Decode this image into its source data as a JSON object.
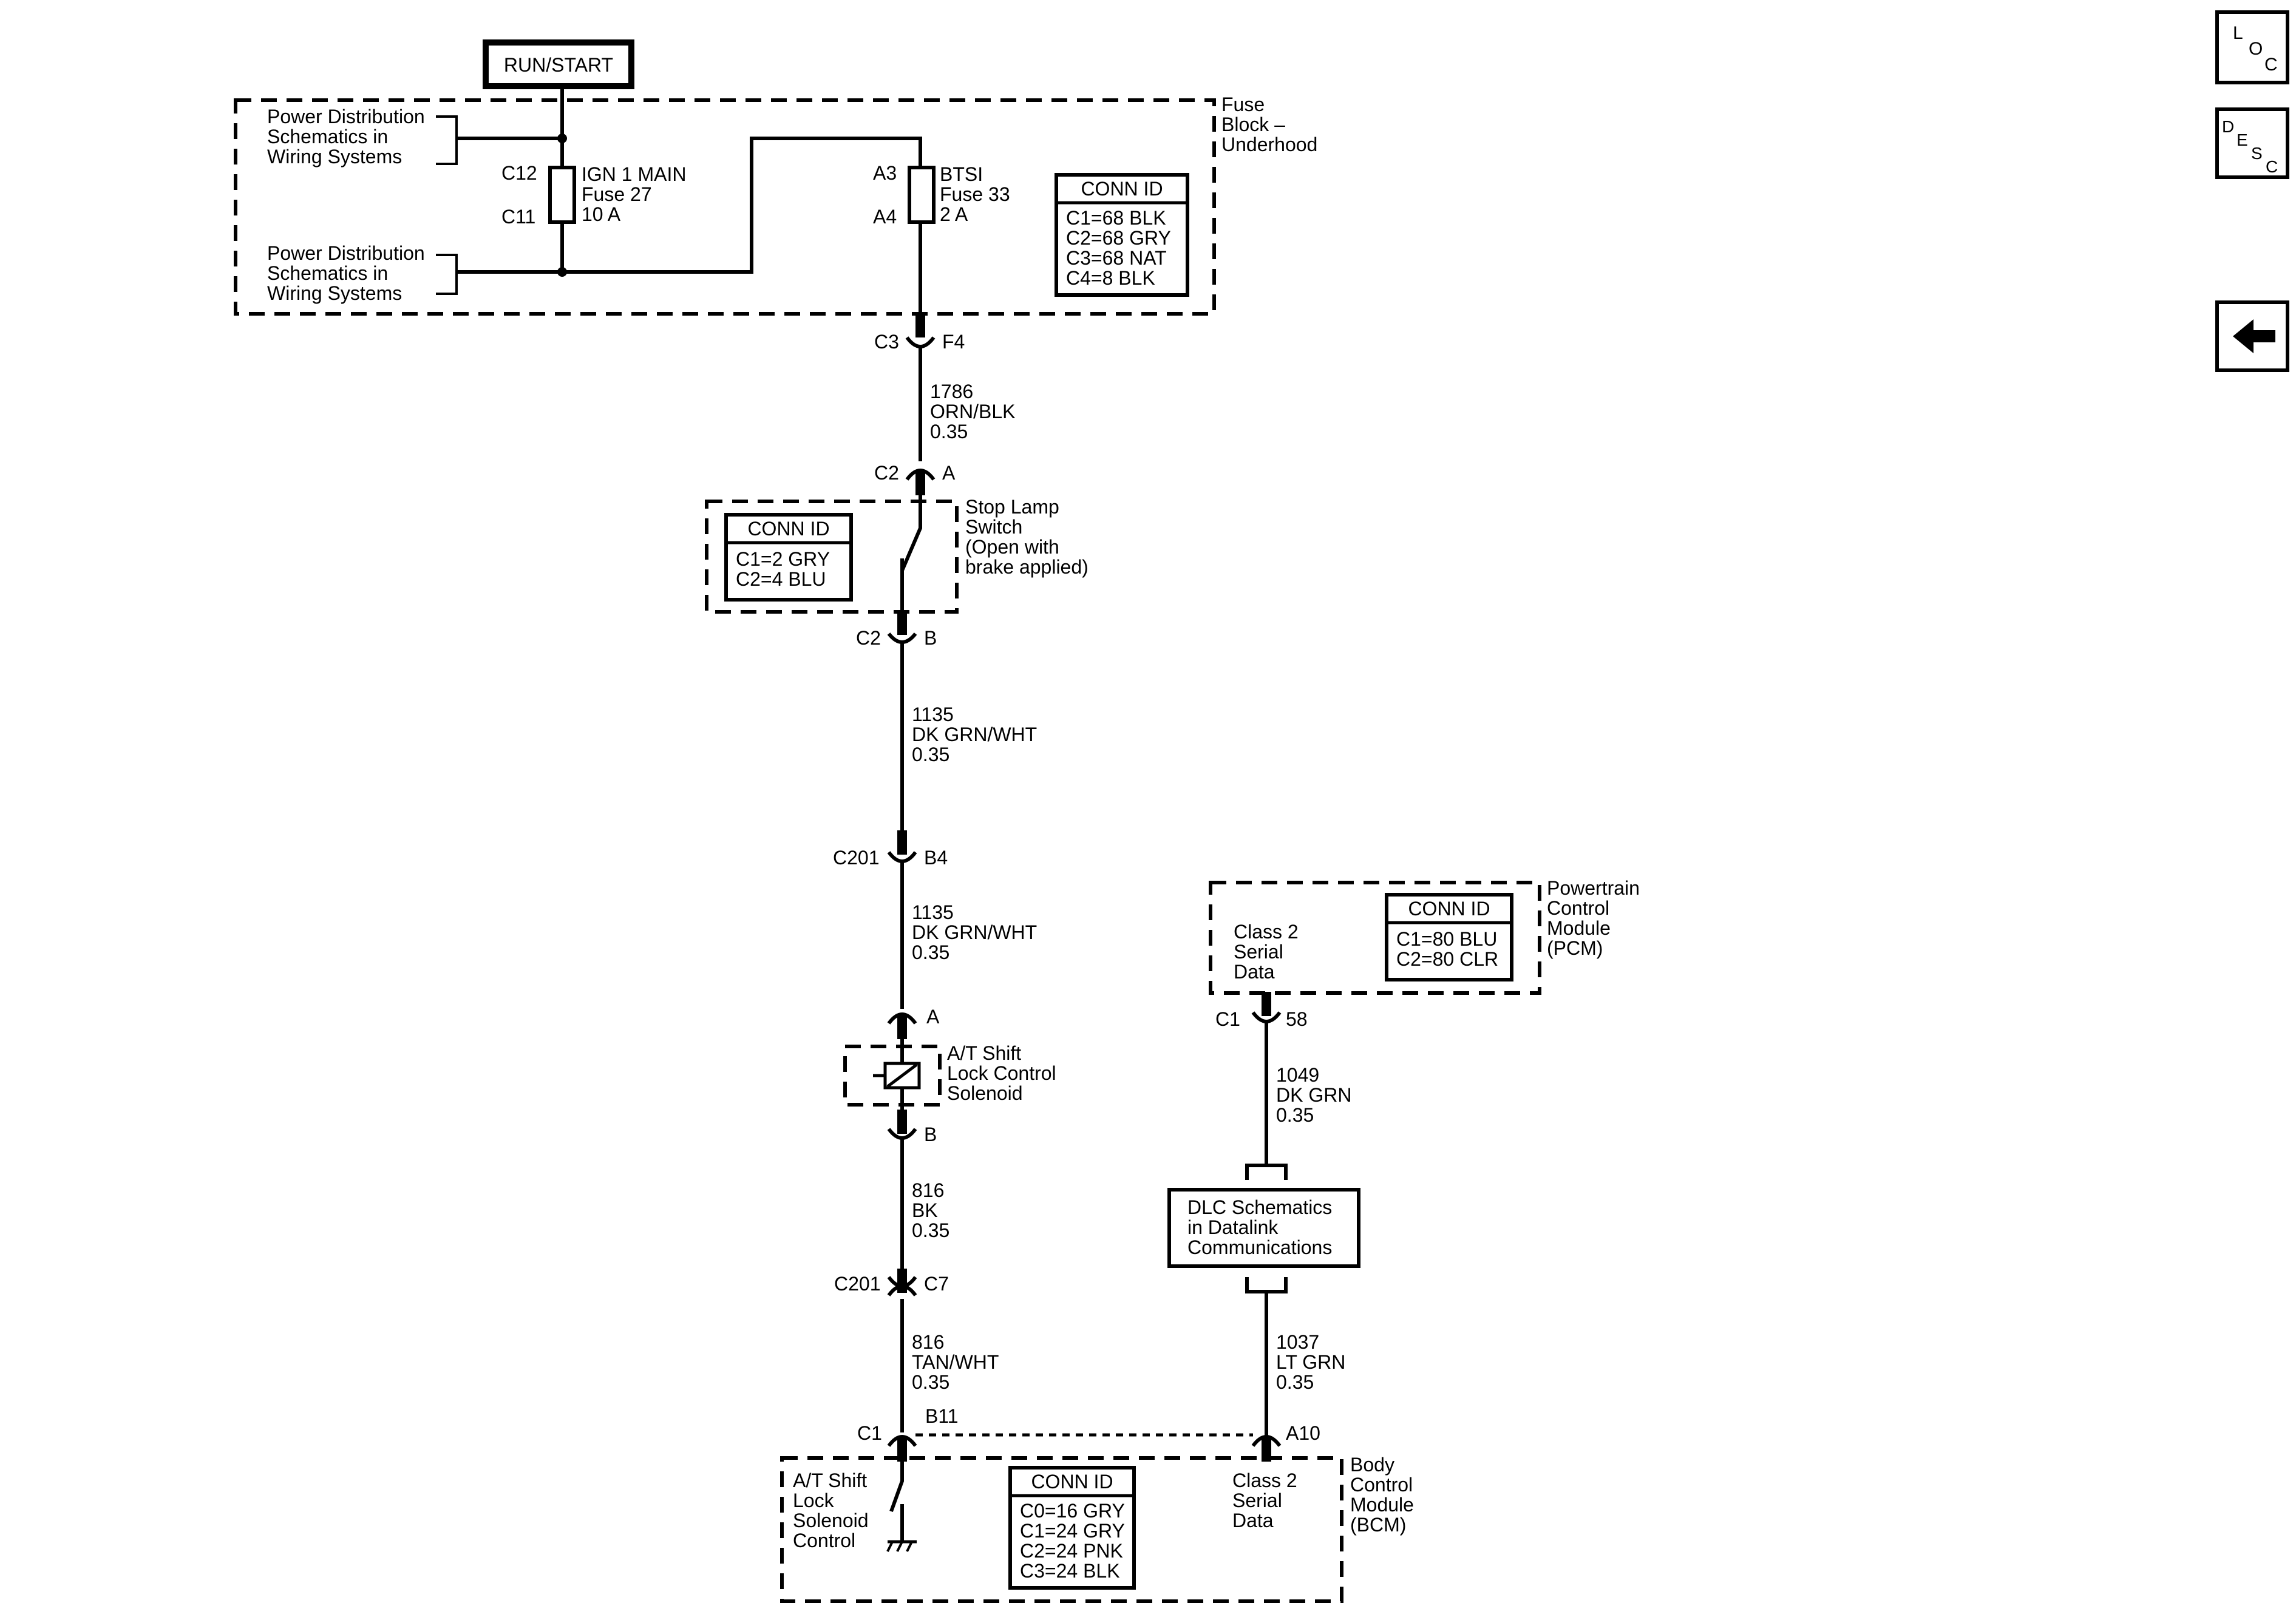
{
  "header": {
    "run_start": "RUN/START"
  },
  "fuse_block": {
    "title": [
      "Fuse",
      "Block –",
      "Underhood"
    ],
    "power_dist_top": [
      "Power Distribution",
      "Schematics in",
      "Wiring  Systems"
    ],
    "power_dist_bottom": [
      "Power Distribution",
      "Schematics in",
      "Wiring  Systems"
    ],
    "fuse27": {
      "conn_in": "C12",
      "conn_out": "C11",
      "name": "IGN 1 MAIN",
      "fuse": "Fuse 27",
      "rating": "10 A"
    },
    "fuse33": {
      "conn_in": "A3",
      "conn_out": "A4",
      "name": "BTSI",
      "fuse": "Fuse 33",
      "rating": "2 A"
    },
    "conn_id": {
      "title": "CONN ID",
      "rows": [
        "C1=68 BLK",
        "C2=68 GRY",
        "C3=68 NAT",
        "C4=8 BLK"
      ]
    }
  },
  "connectors": {
    "c3_f4": {
      "left": "C3",
      "right": "F4"
    },
    "stop_a": {
      "left": "C2",
      "right": "A"
    },
    "stop_b": {
      "left": "C2",
      "right": "B"
    },
    "c201_b4": {
      "left": "C201",
      "right": "B4"
    },
    "sol_a": {
      "right": "A"
    },
    "sol_b": {
      "right": "B"
    },
    "c201_c7": {
      "left": "C201",
      "right": "C7"
    },
    "bcm_c1": {
      "left": "C1",
      "right": "B11"
    },
    "pcm_c1": {
      "left": "C1",
      "right": "58"
    },
    "bcm_a10": {
      "right": "A10"
    }
  },
  "wires": {
    "w1786": [
      "1786",
      "ORN/BLK",
      "0.35"
    ],
    "w1135a": [
      "1135",
      "DK GRN/WHT",
      "0.35"
    ],
    "w1135b": [
      "1135",
      "DK GRN/WHT",
      "0.35"
    ],
    "w816a": [
      "816",
      "BK",
      "0.35"
    ],
    "w816b": [
      "816",
      "TAN/WHT",
      "0.35"
    ],
    "w1049": [
      "1049",
      "DK GRN",
      "0.35"
    ],
    "w1037": [
      "1037",
      "LT GRN",
      "0.35"
    ]
  },
  "stop_lamp": {
    "label": [
      "Stop Lamp",
      "Switch",
      "(Open with",
      "brake applied)"
    ],
    "conn_id": {
      "title": "CONN ID",
      "rows": [
        "C1=2 GRY",
        "C2=4 BLU"
      ]
    }
  },
  "solenoid": {
    "label": [
      "A/T Shift",
      "Lock Control",
      "Solenoid"
    ]
  },
  "pcm": {
    "label": [
      "Powertrain",
      "Control",
      "Module",
      "(PCM)"
    ],
    "serial": [
      "Class 2",
      "Serial",
      "Data"
    ],
    "conn_id": {
      "title": "CONN ID",
      "rows": [
        "C1=80 BLU",
        "C2=80 CLR"
      ]
    }
  },
  "dlc": {
    "label": [
      "DLC Schematics",
      "in Datalink",
      "Communications"
    ]
  },
  "bcm": {
    "label": [
      "Body",
      "Control",
      "Module",
      "(BCM)"
    ],
    "shift_lock": [
      "A/T Shift",
      "Lock",
      "Solenoid",
      "Control"
    ],
    "serial": [
      "Class 2",
      "Serial",
      "Data"
    ],
    "conn_id": {
      "title": "CONN ID",
      "rows": [
        "C0=16 GRY",
        "C1=24 GRY",
        "C2=24 PNK",
        "C3=24 BLK"
      ]
    }
  },
  "nav": {
    "loc": [
      "L",
      "O",
      "C"
    ],
    "desc": [
      "D",
      "E",
      "S",
      "C"
    ],
    "back_icon": "left-arrow-icon"
  }
}
